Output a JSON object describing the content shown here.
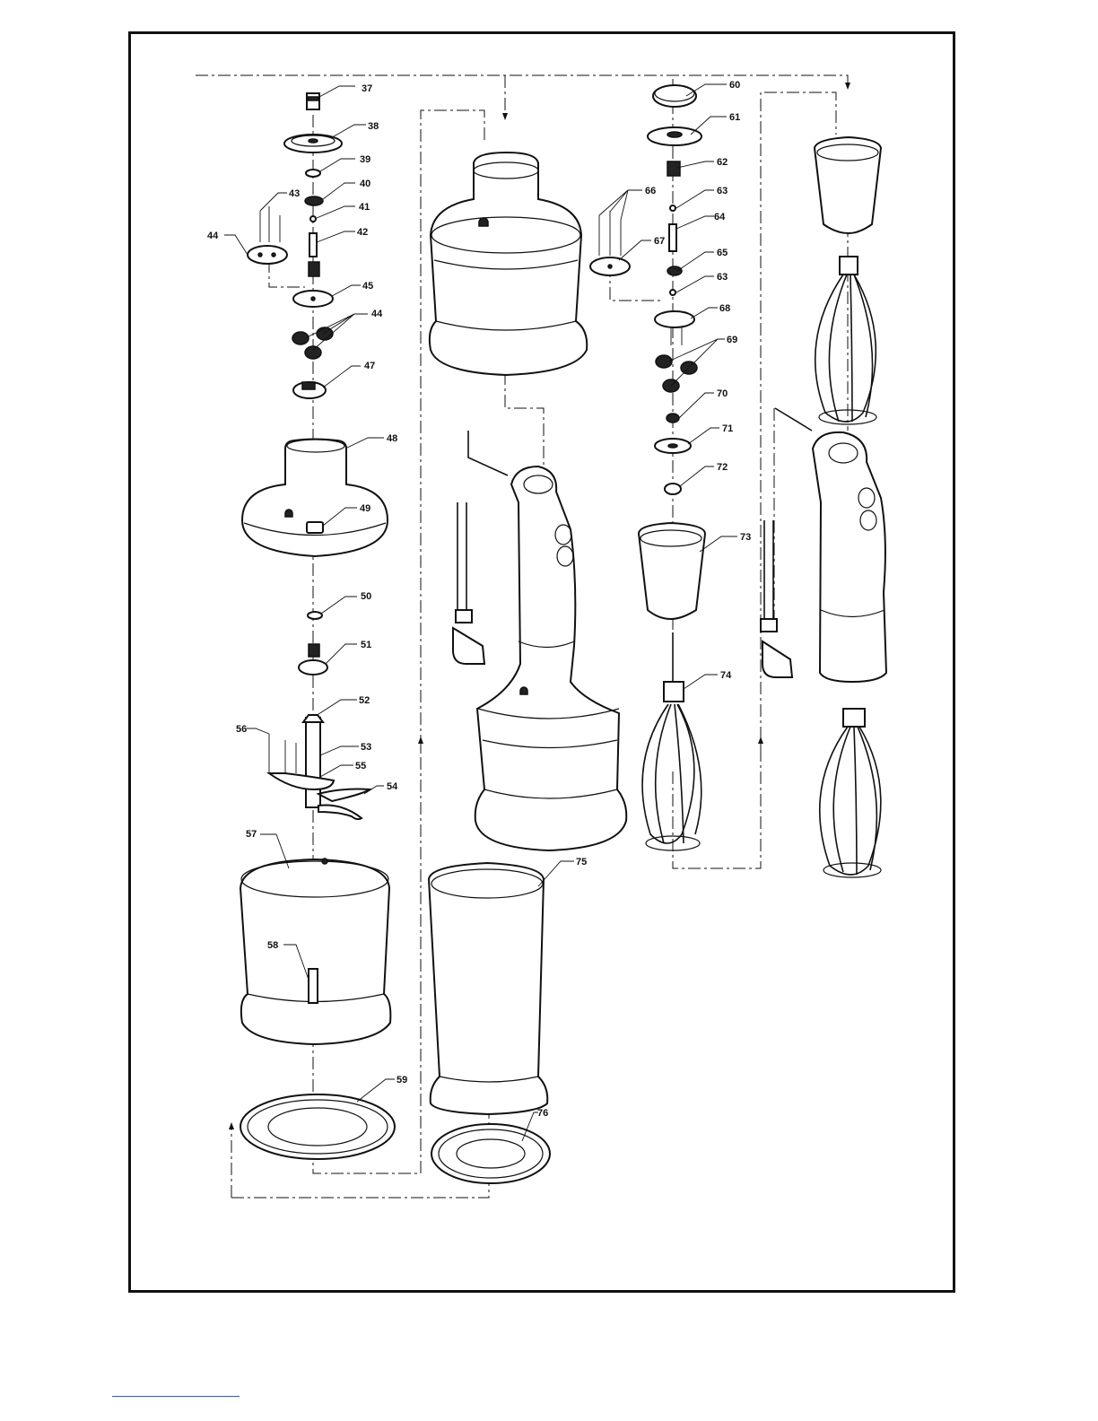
{
  "diagram": {
    "part_labels": {
      "p37": "37",
      "p38": "38",
      "p39": "39",
      "p40": "40",
      "p41": "41",
      "p42": "42",
      "p43": "43",
      "p44a": "44",
      "p44b": "44",
      "p45": "45",
      "p47": "47",
      "p48": "48",
      "p49": "49",
      "p50": "50",
      "p51": "51",
      "p52": "52",
      "p53": "53",
      "p54": "54",
      "p55": "55",
      "p56": "56",
      "p57": "57",
      "p58": "58",
      "p59": "59",
      "p60": "60",
      "p61": "61",
      "p62": "62",
      "p63a": "63",
      "p63b": "63",
      "p64": "64",
      "p65": "65",
      "p66": "66",
      "p67": "67",
      "p68": "68",
      "p69": "69",
      "p70": "70",
      "p71": "71",
      "p72": "72",
      "p73": "73",
      "p74": "74",
      "p75": "75",
      "p76": "76"
    }
  }
}
